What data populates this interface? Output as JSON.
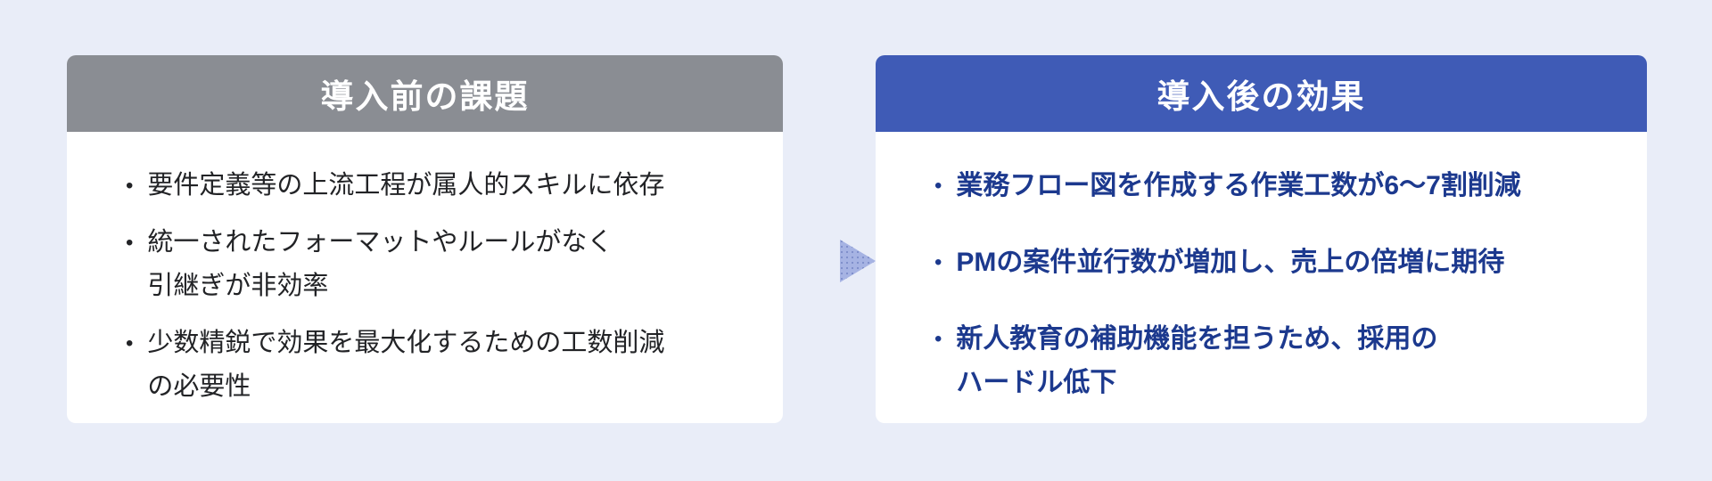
{
  "colors": {
    "page_background": "#e9edf8",
    "card_background": "#ffffff",
    "left_header_background": "#8a8d93",
    "right_header_background": "#3f5bb6",
    "header_text": "#ffffff",
    "left_body_text": "#222326",
    "right_body_text": "#1c398e",
    "arrow_fill": "#a6b3e3",
    "arrow_dots": "#7b8cc9"
  },
  "bullet_char": "•",
  "left_card": {
    "title": "導入前の課題",
    "items": [
      {
        "text": "要件定義等の上流工程が属人的スキルに依存"
      },
      {
        "text": "統一されたフォーマットやルールがなく\n引継ぎが非効率"
      },
      {
        "text": "少数精鋭で効果を最大化するための工数削減\nの必要性"
      }
    ]
  },
  "right_card": {
    "title": "導入後の効果",
    "items": [
      {
        "text": "業務フロー図を作成する作業工数が6〜7割削減"
      },
      {
        "text": "PMの案件並行数が増加し、売上の倍増に期待"
      },
      {
        "text": "新人教育の補助機能を担うため、採用の\nハードル低下"
      }
    ]
  }
}
